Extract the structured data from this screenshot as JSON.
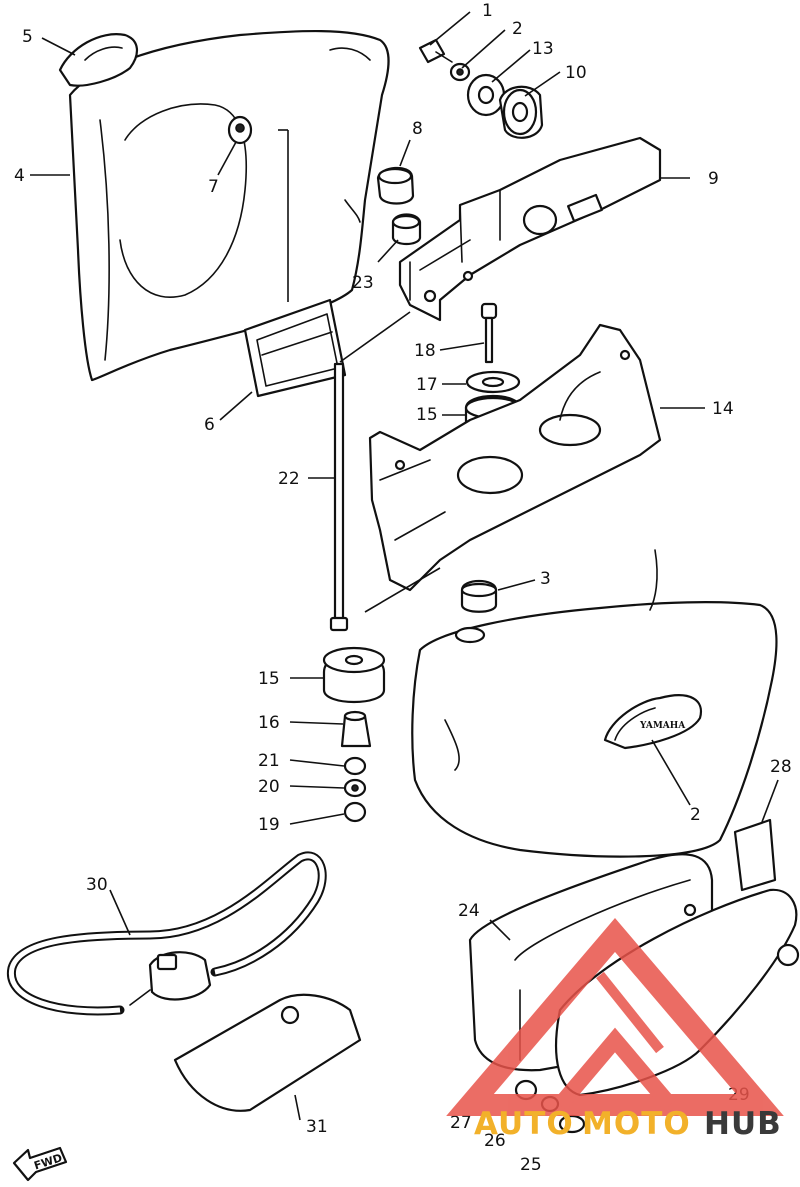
{
  "diagram": {
    "labels": [
      {
        "id": "p1",
        "text": "1"
      },
      {
        "id": "p2a",
        "text": "2"
      },
      {
        "id": "p13",
        "text": "13"
      },
      {
        "id": "p10",
        "text": "10"
      },
      {
        "id": "p5",
        "text": "5"
      },
      {
        "id": "p4",
        "text": "4"
      },
      {
        "id": "p7",
        "text": "7"
      },
      {
        "id": "p8",
        "text": "8"
      },
      {
        "id": "p9",
        "text": "9"
      },
      {
        "id": "p23",
        "text": "23"
      },
      {
        "id": "p6",
        "text": "6"
      },
      {
        "id": "p18",
        "text": "18"
      },
      {
        "id": "p17",
        "text": "17"
      },
      {
        "id": "p15a",
        "text": "15"
      },
      {
        "id": "p14",
        "text": "14"
      },
      {
        "id": "p22",
        "text": "22"
      },
      {
        "id": "p3",
        "text": "3"
      },
      {
        "id": "p15b",
        "text": "15"
      },
      {
        "id": "p16",
        "text": "16"
      },
      {
        "id": "p21",
        "text": "21"
      },
      {
        "id": "p20",
        "text": "20"
      },
      {
        "id": "p19",
        "text": "19"
      },
      {
        "id": "p2b",
        "text": "2"
      },
      {
        "id": "p28",
        "text": "28"
      },
      {
        "id": "p30",
        "text": "30"
      },
      {
        "id": "p24",
        "text": "24"
      },
      {
        "id": "p31",
        "text": "31"
      },
      {
        "id": "p29",
        "text": "29"
      },
      {
        "id": "p27",
        "text": "27"
      },
      {
        "id": "p26",
        "text": "26"
      },
      {
        "id": "p25",
        "text": "25"
      }
    ],
    "fwd_marker": "FWD",
    "emblem_text": "YAMAHA",
    "watermark": {
      "part1": "AUTO",
      "part2": "MOTO",
      "part3": "HUB",
      "color_primary": "#e8534a",
      "color_secondary": "#f2b12a",
      "color_tertiary": "#3a3a3a"
    }
  }
}
